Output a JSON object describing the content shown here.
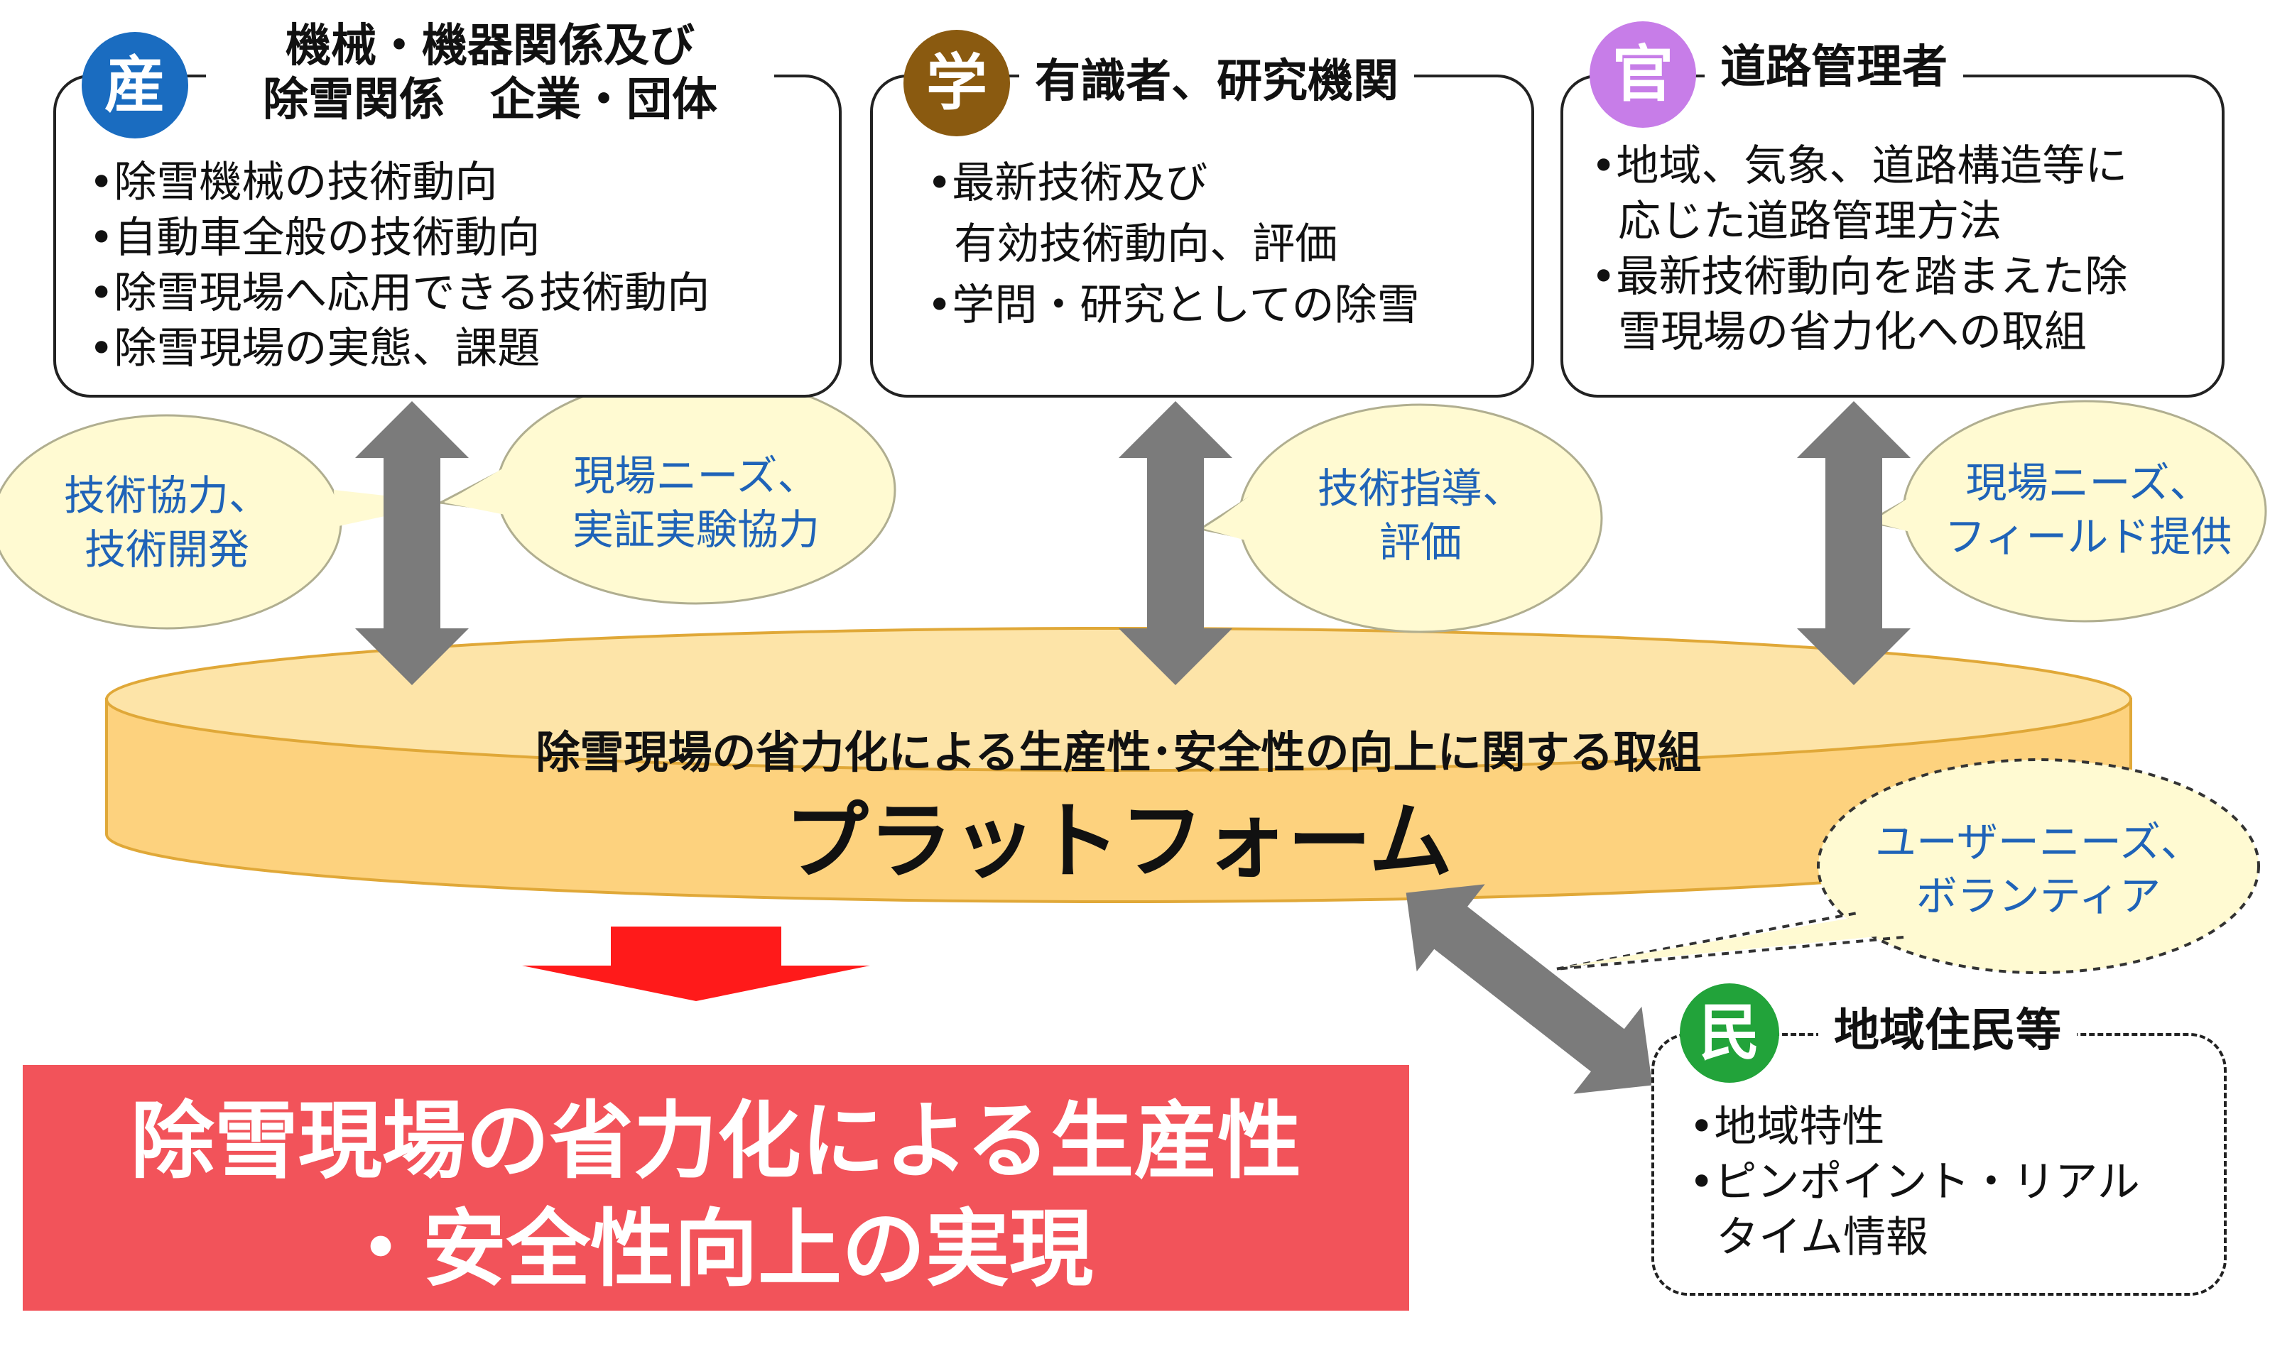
{
  "industry": {
    "badge": "産",
    "badge_color": "#1a6cc0",
    "heading_line1": "機械・機器関係及び",
    "heading_line2": "除雪関係　企業・団体",
    "items": [
      "•除雪機械の技術動向",
      "•自動車全般の技術動向",
      "•除雪現場へ応用できる技術動向",
      "•除雪現場の実態、課題"
    ]
  },
  "academia": {
    "badge": "学",
    "badge_color": "#8a5a10",
    "heading": "有識者、研究機関",
    "items": [
      "•最新技術及び",
      "  有効技術動向、評価",
      "•学問・研究としての除雪"
    ]
  },
  "government": {
    "badge": "官",
    "badge_color": "#c77de8",
    "heading": "道路管理者",
    "items": [
      "•地域、気象、道路構造等に",
      "  応じた道路管理方法",
      "•最新技術動向を踏まえた除",
      "  雪現場の省力化への取組"
    ]
  },
  "residents": {
    "badge": "民",
    "badge_color": "#22a33a",
    "heading": "地域住民等",
    "items": [
      "•地域特性",
      "•ピンポイント・リアル",
      "  タイム情報"
    ]
  },
  "bubbles": {
    "industry_left": {
      "line1": "技術協力、",
      "line2": "技術開発"
    },
    "industry_right": {
      "line1": "現場ニーズ、",
      "line2": "実証実験協力"
    },
    "academia": {
      "line1": "技術指導、",
      "line2": "評価"
    },
    "government": {
      "line1": "現場ニーズ、",
      "line2": "フィールド提供"
    },
    "residents": {
      "line1": "ユーザーニーズ、",
      "line2": "ボランティア"
    }
  },
  "platform": {
    "subtitle": "除雪現場の省力化による生産性･安全性の向上に関する取組",
    "title": "プラットフォーム",
    "color": "#fdd27e"
  },
  "result": {
    "line1": "除雪現場の省力化による生産性",
    "line2": "・安全性向上の実現",
    "color": "#f2535a"
  },
  "colors": {
    "bubble_fill": "#fffad2",
    "bubble_text": "#1f63b8",
    "arrow_gray": "#7b7b7b",
    "arrow_red": "#ff1a1a"
  }
}
